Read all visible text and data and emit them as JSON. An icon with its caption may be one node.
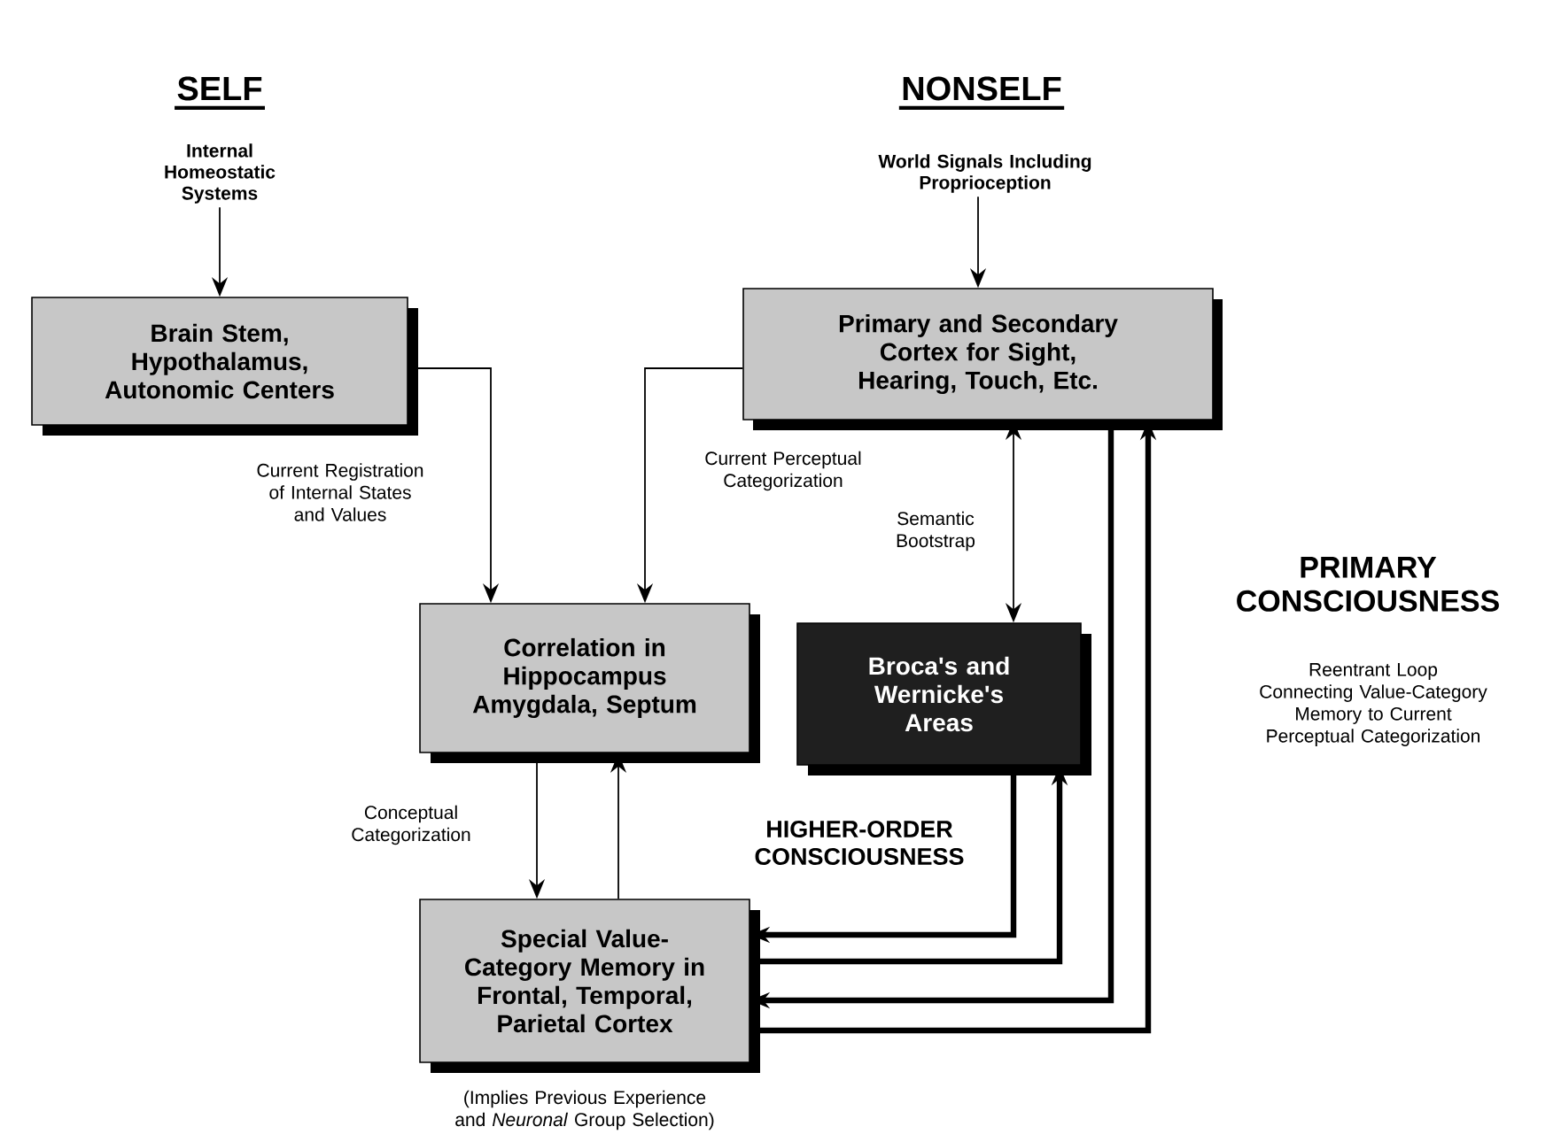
{
  "diagram": {
    "nodes": [
      {
        "text": [
          "Brain Stem, Hypothalamus, Autonomic Centers"
        ]
      },
      {
        "text": [
          "Primary and Secondary Cortex for Sight, Hearing, Touch, Etc."
        ]
      },
      {
        "text": [
          "Correlation in Hippocampus Amygdala, Septum"
        ]
      },
      {
        "text": [
          "Broca's and Wernicke's Areas"
        ]
      },
      {
        "text": [
          "Special Value-Category Memory in Frontal, Temporal, Parietal Cortex"
        ],
        "beside": [
          "(Implies Previous Experience and *Neuronal* Group Selection)"
        ]
      },
      {
        "text": [
          "Internal Homeostatic Systems"
        ]
      },
      {
        "text": [
          "World Signals Including Proprioception"
        ]
      }
    ],
    "edges": [
      {
        "from": 5,
        "to": 0,
        "arrow": "to"
      },
      {
        "from": 6,
        "to": 1,
        "arrow": "to"
      },
      {
        "from": 0,
        "to": 2,
        "arrow": "to",
        "label": "Current Registration of Internal States and Values"
      },
      {
        "from": 1,
        "to": 2,
        "arrow": "to",
        "label": "Current Perceptual Categorization"
      },
      {
        "from": 1,
        "to": 3,
        "arrow": "both",
        "label": "Semantic Bootstrap"
      },
      {
        "from": 2,
        "to": 4,
        "arrow": "to",
        "label": "Conceptual Categorization"
      },
      {
        "from": 4,
        "to": 2,
        "arrow": "to"
      },
      {
        "from": 3,
        "to": 4,
        "arrow": "to",
        "style": "thick"
      },
      {
        "from": 4,
        "to": 3,
        "arrow": "to",
        "style": "thick"
      },
      {
        "from": 1,
        "to": 4,
        "arrow": "to",
        "style": "thick"
      },
      {
        "from": 4,
        "to": 1,
        "arrow": "to",
        "style": "thick"
      }
    ],
    "labels": [
      "SELF",
      "NONSELF",
      "PRIMARY CONSCIOUSNESS",
      "Reentrant Loop Connecting Value-Category Memory to Current Perceptual Categorization",
      "HIGHER-ORDER CONSCIOUSNESS"
    ]
  }
}
